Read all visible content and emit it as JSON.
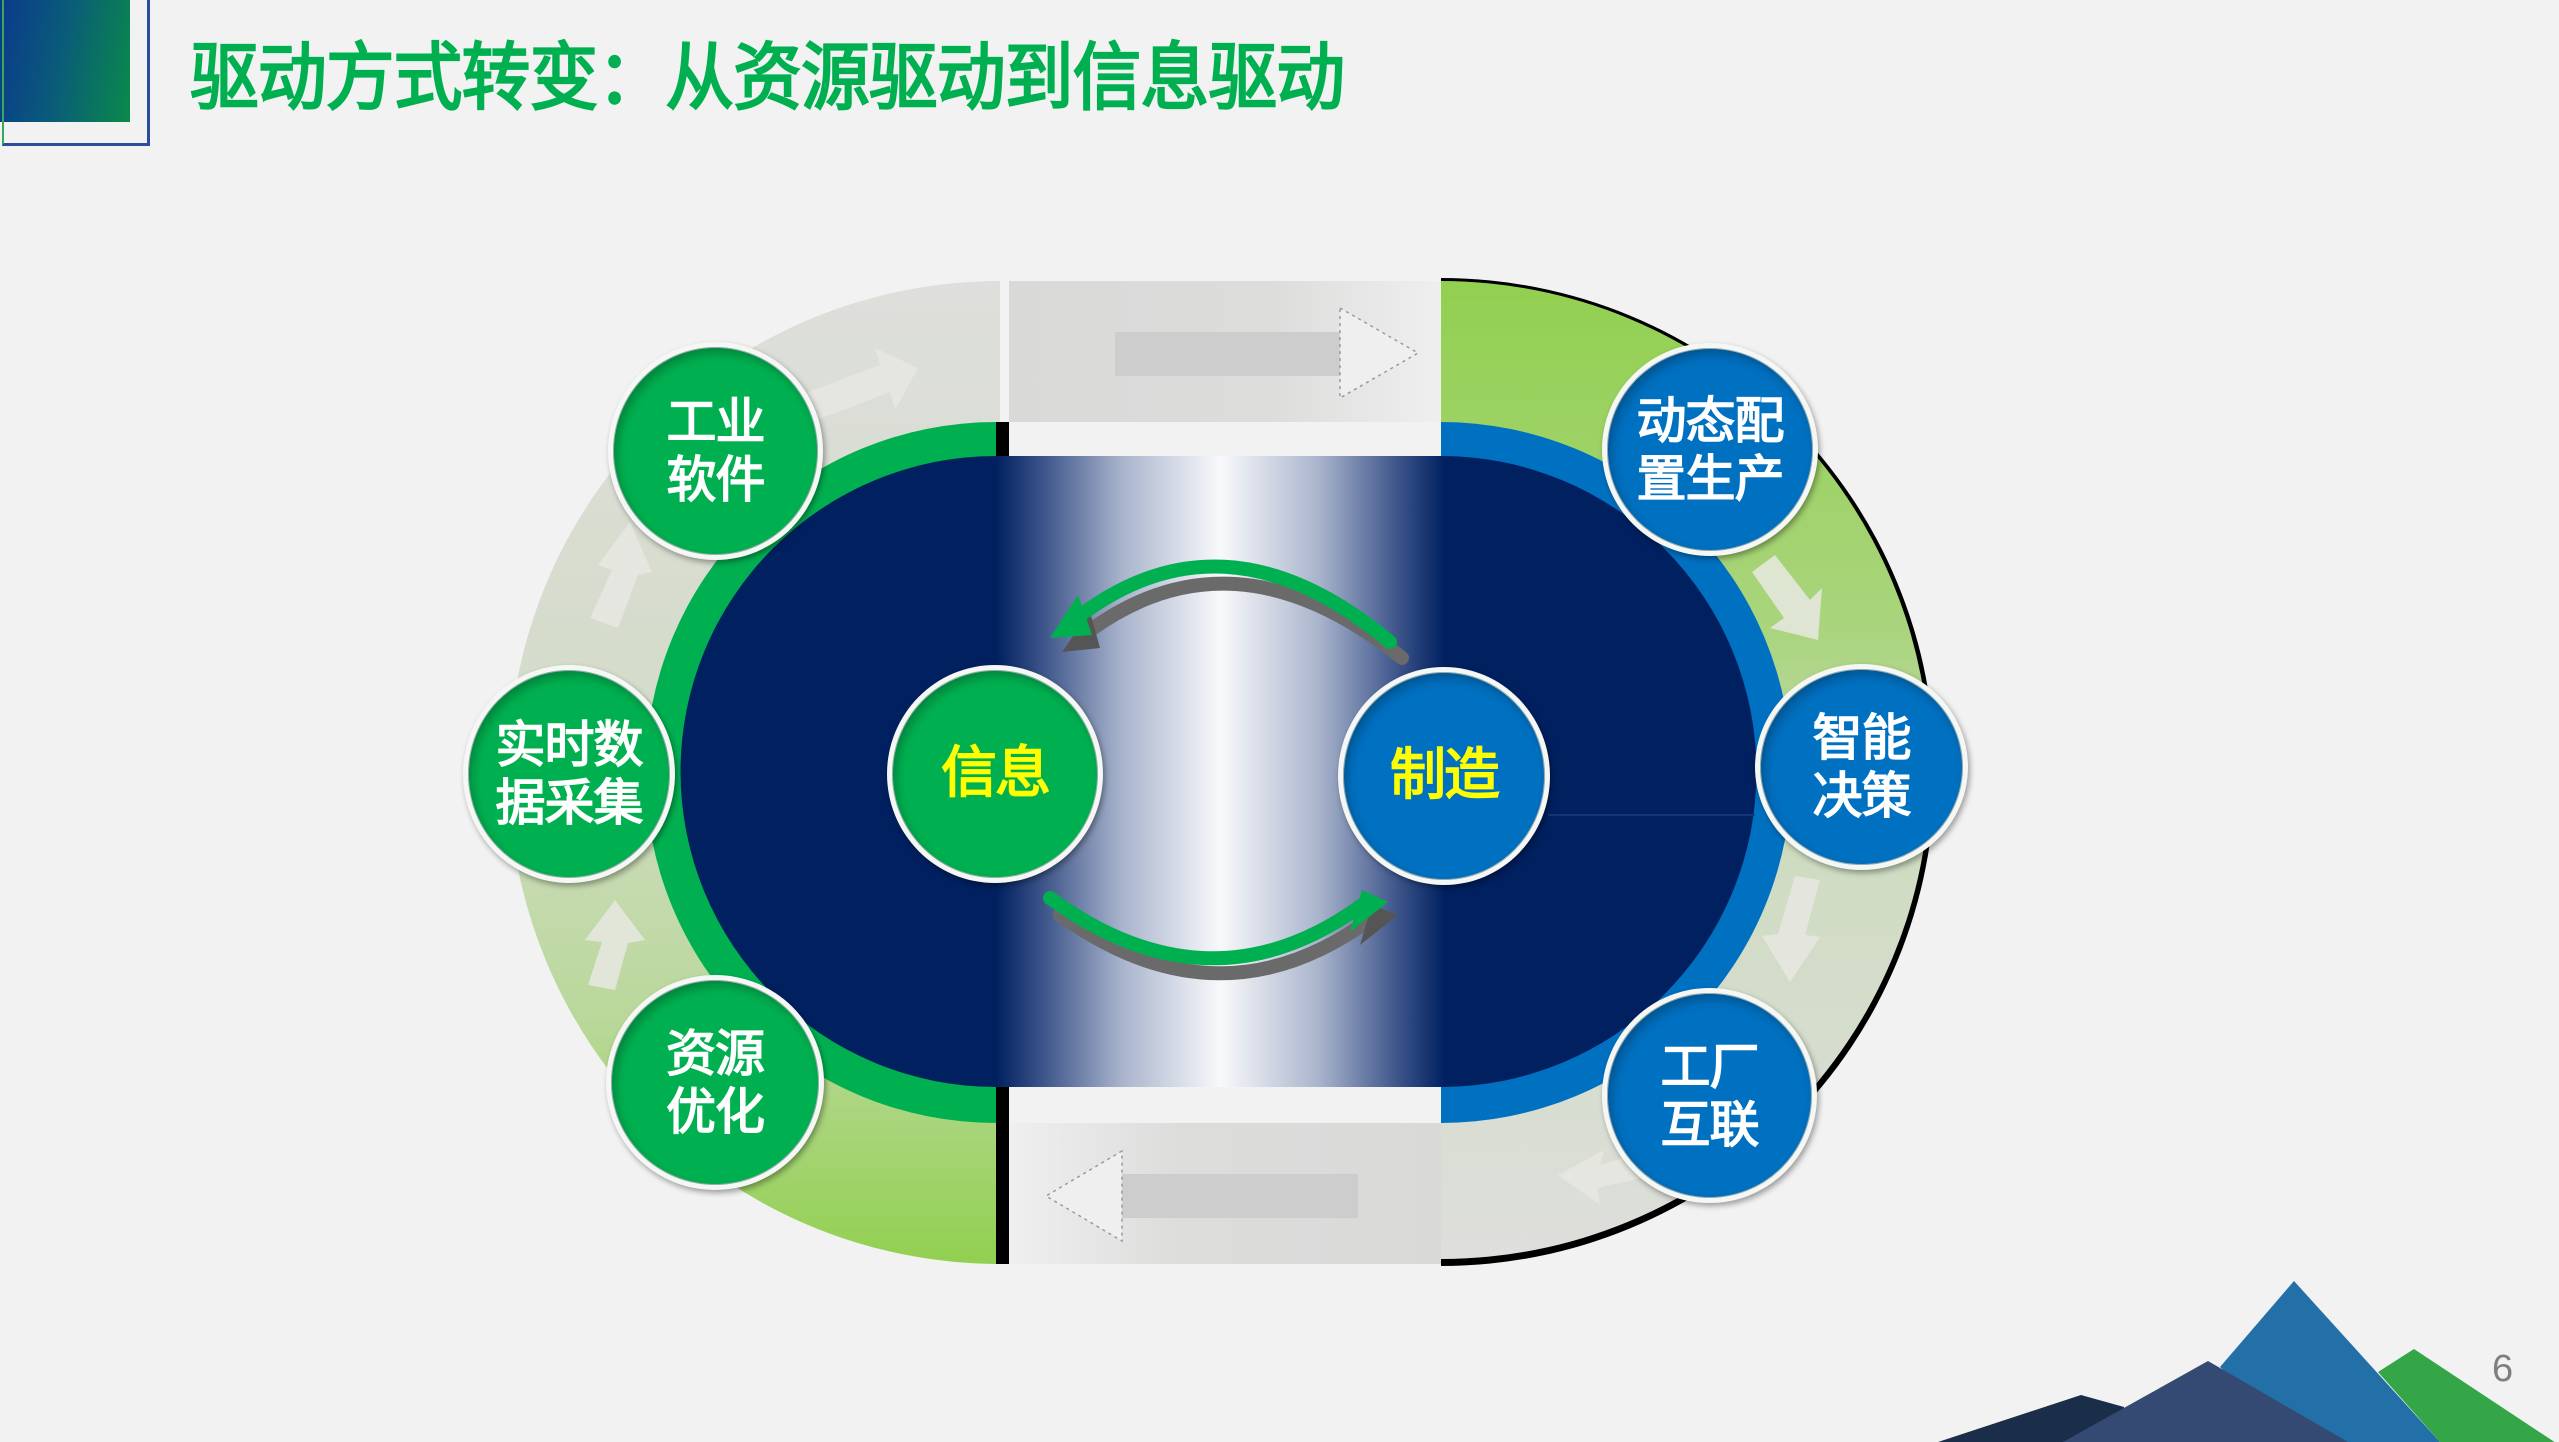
{
  "slide": {
    "title": "驱动方式转变：从资源驱动到信息驱动",
    "page_number": "6"
  },
  "colors": {
    "title_green": "#00b050",
    "node_green": "#00b050",
    "node_blue": "#0070c0",
    "navy": "#002060",
    "center_text_yellow": "#ffff00",
    "track_gray": "#dcdcda",
    "track_light_green": "#92d050",
    "background": "#f2f2f2"
  },
  "diagram": {
    "center_nodes": [
      {
        "id": "info",
        "lines": [
          "信息"
        ],
        "color": "green"
      },
      {
        "id": "manufacturing",
        "lines": [
          "制造"
        ],
        "color": "blue"
      }
    ],
    "left_nodes": [
      {
        "id": "industrial-software",
        "lines": [
          "工业",
          "软件"
        ]
      },
      {
        "id": "realtime-data",
        "lines": [
          "实时数",
          "据采集"
        ]
      },
      {
        "id": "resource-optimization",
        "lines": [
          "资源",
          "优化"
        ]
      }
    ],
    "right_nodes": [
      {
        "id": "dynamic-production",
        "lines": [
          "动态配",
          "置生产"
        ]
      },
      {
        "id": "smart-decision",
        "lines": [
          "智能",
          "决策"
        ]
      },
      {
        "id": "factory-interconnect",
        "lines": [
          "工厂",
          "互联"
        ]
      }
    ]
  }
}
